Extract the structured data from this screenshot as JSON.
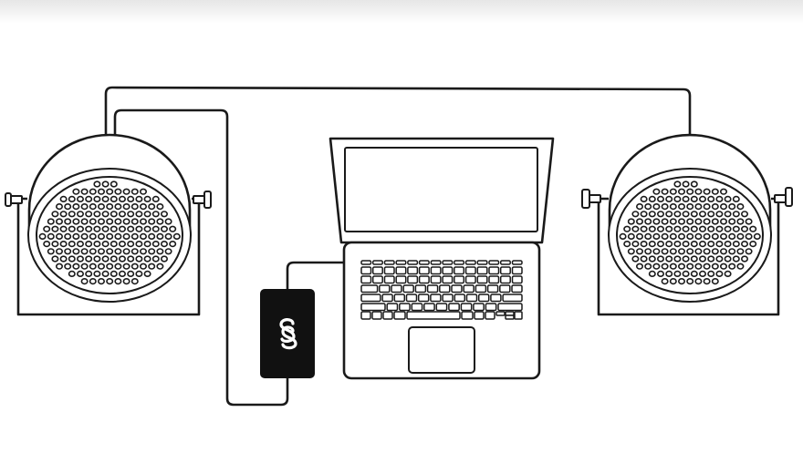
{
  "colors": {
    "stroke": "#1a1a1a",
    "fill": "#ffffff",
    "device": "#111111",
    "background": "#ffffff"
  },
  "icons": {
    "device_logo": "double-s-logo-icon",
    "speaker_knob": "knob-icon"
  },
  "components": [
    "left-speaker",
    "right-speaker",
    "laptop",
    "audio-device"
  ]
}
